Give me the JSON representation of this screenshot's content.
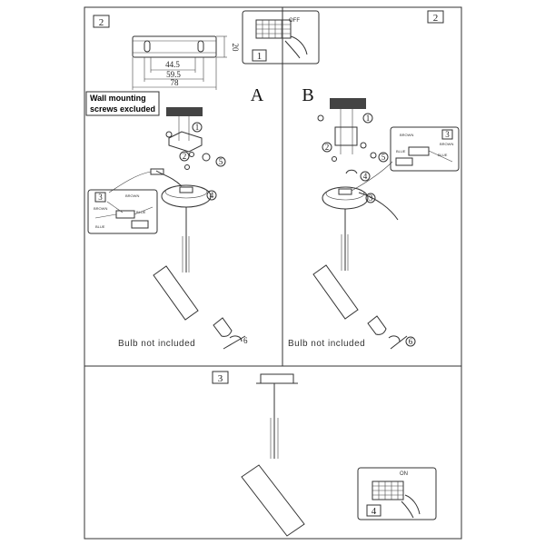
{
  "panels": {
    "top_left": {
      "step": "2",
      "variant": "A"
    },
    "top_right": {
      "step": "2",
      "variant": "B"
    },
    "bottom": {
      "step": "3"
    }
  },
  "inset_switch_off": {
    "step": "1",
    "state_label": "OFF"
  },
  "inset_switch_on": {
    "step": "4",
    "state_label": "ON"
  },
  "bracket_dimensions": {
    "d1": "44.5",
    "d2": "59.5",
    "d3": "78",
    "height": "20"
  },
  "warning": {
    "line1": "Wall mounting",
    "line2": "screws excluded"
  },
  "callouts": {
    "a1": "1",
    "a2": "2",
    "a3": "3",
    "a4": "4",
    "a5": "5",
    "a6": "6",
    "b1": "1",
    "b2": "2",
    "b3": "3",
    "b4": "4",
    "b5": "5",
    "b6": "6"
  },
  "terminal_labels": {
    "brown": "BROWN",
    "blue": "BLUE"
  },
  "bulb_note_a": "Bulb not included",
  "bulb_note_b": "Bulb not included"
}
